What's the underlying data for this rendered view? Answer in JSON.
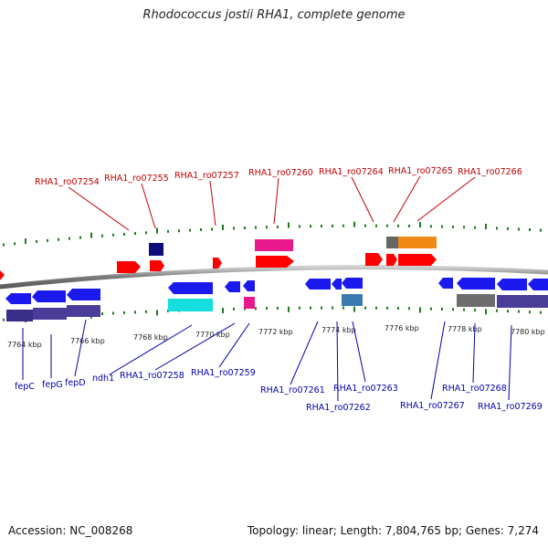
{
  "title": "Rhodococcus jostii RHA1, complete genome",
  "footer": {
    "accession": "Accession: NC_008268",
    "stats": "Topology: linear; Length: 7,804,765 bp; Genes: 7,274"
  },
  "colors": {
    "backbone": "#8a8a8a",
    "ticks": "#1f7a1f",
    "forward_label": "#c00000",
    "reverse_label": "#0000aa",
    "forward_gene": "#ff0000",
    "reverse_gene": "#1a1aee"
  },
  "scale_labels": [
    "7764 kbp",
    "7766 kbp",
    "7768 kbp",
    "7770 kbp",
    "7772 kbp",
    "7774 kbp",
    "7776 kbp",
    "7778 kbp",
    "7780 kbp"
  ],
  "forward_labels": [
    "RHA1_ro07254",
    "RHA1_ro07255",
    "RHA1_ro07257",
    "RHA1_ro07260",
    "RHA1_ro07264",
    "RHA1_ro07265",
    "RHA1_ro07266"
  ],
  "reverse_labels": [
    "fepC",
    "fepG",
    "fepD",
    "ndh1",
    "RHA1_ro07258",
    "RHA1_ro07259",
    "RHA1_ro07261",
    "RHA1_ro07262",
    "RHA1_ro07263",
    "RHA1_ro07267",
    "RHA1_ro07268",
    "RHA1_ro07269"
  ]
}
